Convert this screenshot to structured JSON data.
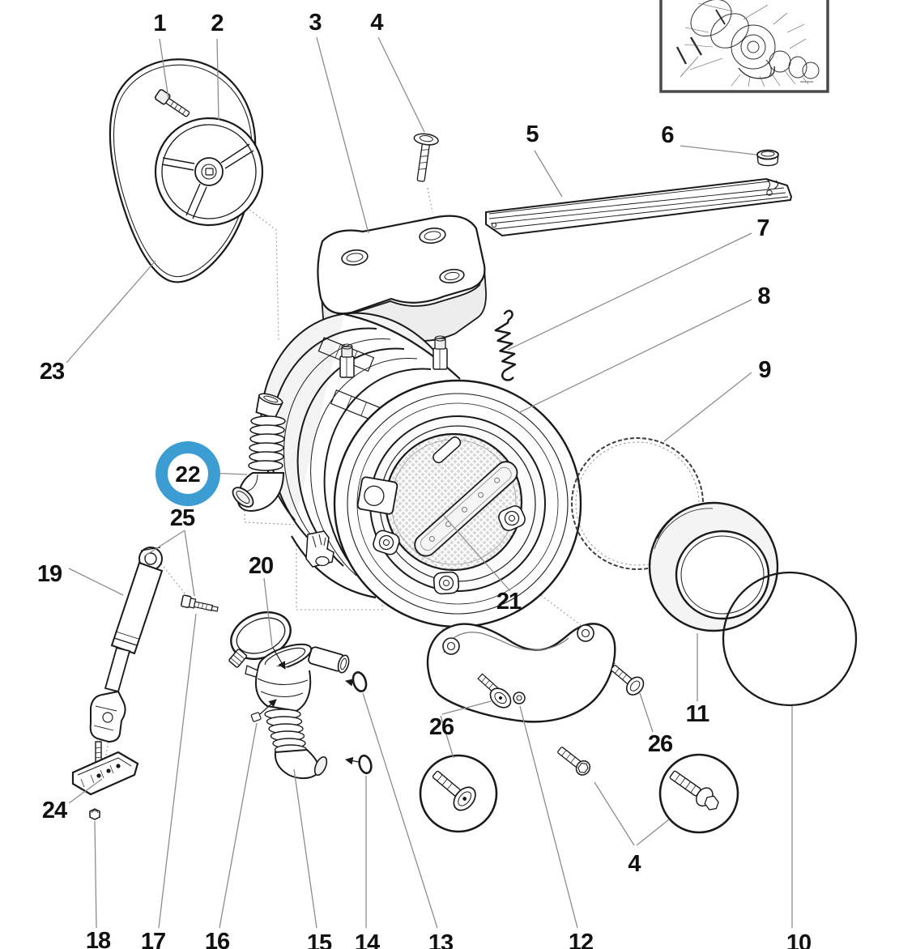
{
  "title": "Washing machine tub assembly exploded parts diagram",
  "colors": {
    "highlight_ring": "#3b9dd2",
    "line": "#1a1a1a",
    "leader": "#8c8c8c",
    "inset_border": "#4a4a4a"
  },
  "highlight": {
    "part_number": "22"
  },
  "labels": {
    "n1": "1",
    "n2": "2",
    "n3": "3",
    "n4_top": "4",
    "n5": "5",
    "n6": "6",
    "n7": "7",
    "n8": "8",
    "n9": "9",
    "n10": "10",
    "n11": "11",
    "n12": "12",
    "n13": "13",
    "n14": "14",
    "n15": "15",
    "n16": "16",
    "n17": "17",
    "n18": "18",
    "n19": "19",
    "n20": "20",
    "n21": "21",
    "n22": "22",
    "n23": "23",
    "n24": "24",
    "n25": "25",
    "n26_left": "26",
    "n26_right": "26",
    "n4_bottom": "4"
  }
}
